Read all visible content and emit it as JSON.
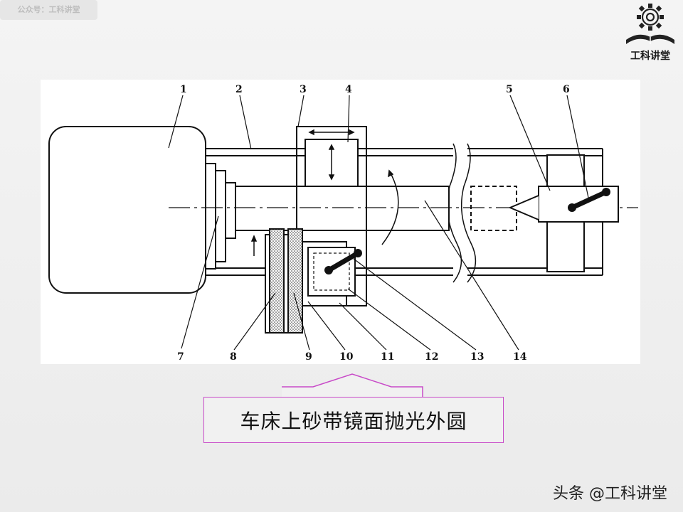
{
  "watermark_top_left": "公众号：工科讲堂",
  "logo": {
    "text": "工科讲堂",
    "icon": "gear-book-icon"
  },
  "diagram": {
    "part_labels": [
      "1",
      "2",
      "3",
      "4",
      "5",
      "6",
      "7",
      "8",
      "9",
      "10",
      "11",
      "12",
      "13",
      "14"
    ]
  },
  "caption": "车床上砂带镜面抛光外圆",
  "footer_credit": "头条 @工科讲堂",
  "colors": {
    "caption_border": "#c84ac8",
    "background": "#efefef"
  }
}
